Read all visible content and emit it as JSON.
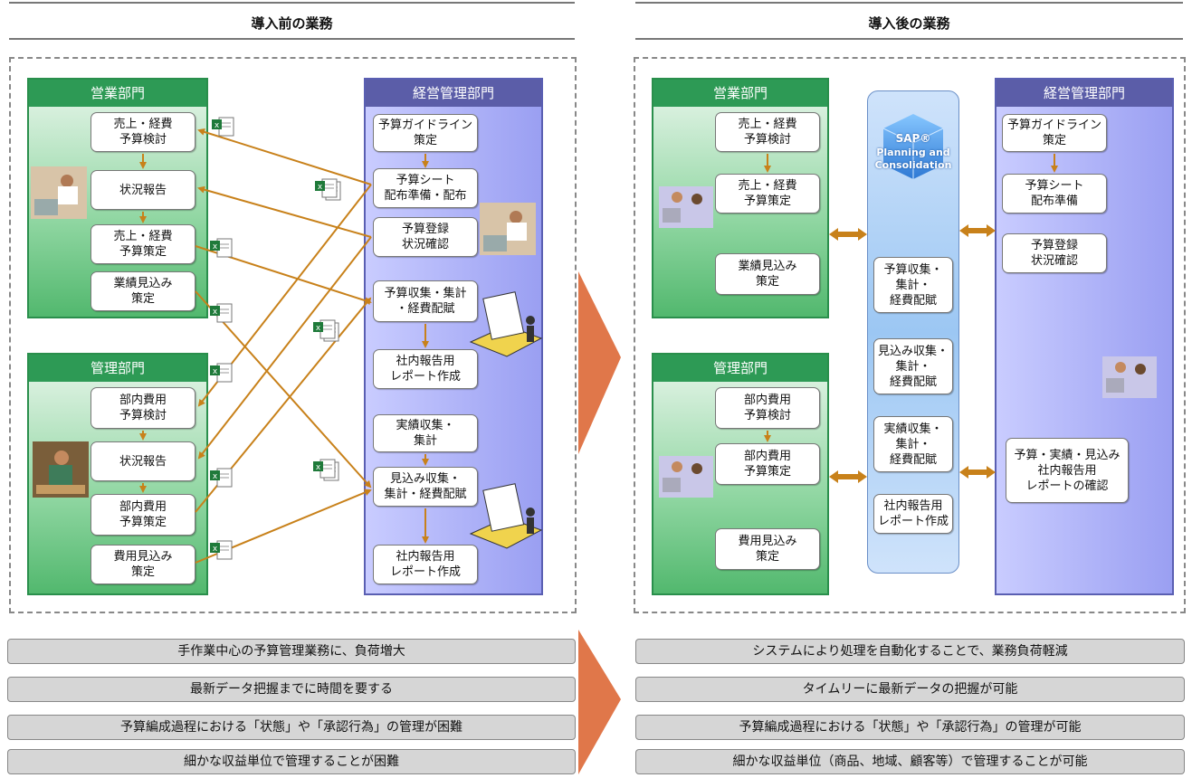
{
  "left": {
    "title": "導入前の業務",
    "sales": {
      "header": "営業部門",
      "items": [
        "売上・経費\n予算検討",
        "状況報告",
        "売上・経費\n予算策定",
        "業績見込み\n策定"
      ]
    },
    "admin": {
      "header": "管理部門",
      "items": [
        "部内費用\n予算検討",
        "状況報告",
        "部内費用\n予算策定",
        "費用見込み\n策定"
      ]
    },
    "mgmt": {
      "header": "経営管理部門",
      "items": [
        "予算ガイドライン\n策定",
        "予算シート\n配布準備・配布",
        "予算登録\n状況確認",
        "予算収集・集計\n・経費配賦",
        "社内報告用\nレポート作成",
        "実績収集・\n集計",
        "見込み収集・\n集計・経費配賦",
        "社内報告用\nレポート作成"
      ]
    },
    "notes": [
      "手作業中心の予算管理業務に、負荷増大",
      "最新データ把握までに時間を要する",
      "予算編成過程における「状態」や「承認行為」の管理が困難",
      "細かな収益単位で管理することが困難"
    ]
  },
  "right": {
    "title": "導入後の業務",
    "sales": {
      "header": "営業部門",
      "items": [
        "売上・経費\n予算検討",
        "売上・経費\n予算策定",
        "業績見込み\n策定"
      ]
    },
    "admin": {
      "header": "管理部門",
      "items": [
        "部内費用\n予算検討",
        "部内費用\n予算策定",
        "費用見込み\n策定"
      ]
    },
    "sap": {
      "logo_line1": "SAP®",
      "logo_line2": "Planning and",
      "logo_line3": "Consolidation",
      "items": [
        "予算収集・\n集計・\n経費配賦",
        "見込み収集・\n集計・\n経費配賦",
        "実績収集・\n集計・\n経費配賦",
        "社内報告用\nレポート作成"
      ]
    },
    "mgmt": {
      "header": "経営管理部門",
      "items": [
        "予算ガイドライン\n策定",
        "予算シート\n配布準備",
        "予算登録\n状況確認",
        "予算・実績・見込み\n社内報告用\nレポートの確認"
      ]
    },
    "notes": [
      "システムにより処理を自動化することで、業務負荷軽減",
      "タイムリーに最新データの把握が可能",
      "予算編成過程における「状態」や「承認行為」の管理が可能",
      "細かな収益単位（商品、地域、顧客等）で管理することが可能"
    ]
  },
  "colors": {
    "arrow": "#c8811a",
    "chevron": "#e0774a",
    "sales_header": "#2d9a55",
    "mgmt_header": "#5b5da8"
  }
}
